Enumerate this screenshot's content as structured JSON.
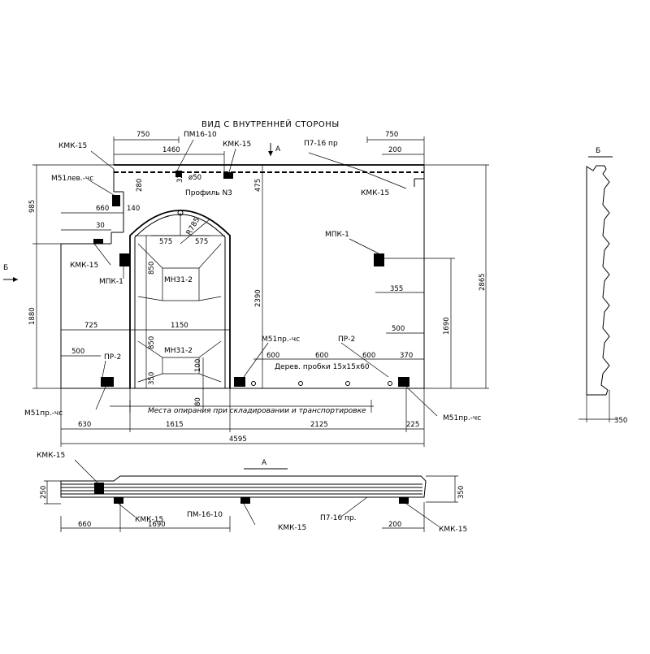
{
  "drawing": {
    "title": "ВИД С ВНУТРЕННЕЙ СТОРОНЫ",
    "view_b": "Б",
    "view_a": "А",
    "labels": {
      "kmk15": "КМК-15",
      "m51lev": "М51лев.-чс",
      "m51pr_cs": "М51пр.-чс",
      "m51pr_cs_tiny": "M51пр.-чс",
      "mpk1": "МПК-1",
      "pm16_10": "ПМ16-10",
      "pm16_10b": "ПМ-16-10",
      "p7_16pr": "П7-16 пр",
      "p7_16prb": "П7-16 пр.",
      "profile3": "Профиль N3",
      "mn31_2": "МН31-2",
      "pr2": "ПР-2",
      "r785": "R785",
      "d50": "ø50",
      "wood_plugs": "Дерев. пробки 15x15x60",
      "support": "Места опирания при складировании и транспортировке"
    },
    "dims": {
      "d750": "750",
      "d1460": "1460",
      "d32": "32",
      "d280": "280",
      "d660": "660",
      "d140": "140",
      "d30": "30",
      "d475": "475",
      "d200": "200",
      "d575": "575",
      "d985": "985",
      "d1880": "1880",
      "d850": "850",
      "d2390": "2390",
      "d2865": "2865",
      "d355": "355",
      "d1690": "1690",
      "d725": "725",
      "d1150": "1150",
      "d500": "500",
      "d600": "600",
      "d370": "370",
      "d100": "100",
      "d350": "350",
      "d80": "80",
      "d630": "630",
      "d1615": "1615",
      "d2125": "2125",
      "d225": "225",
      "d4595": "4595",
      "d250": "250"
    }
  }
}
